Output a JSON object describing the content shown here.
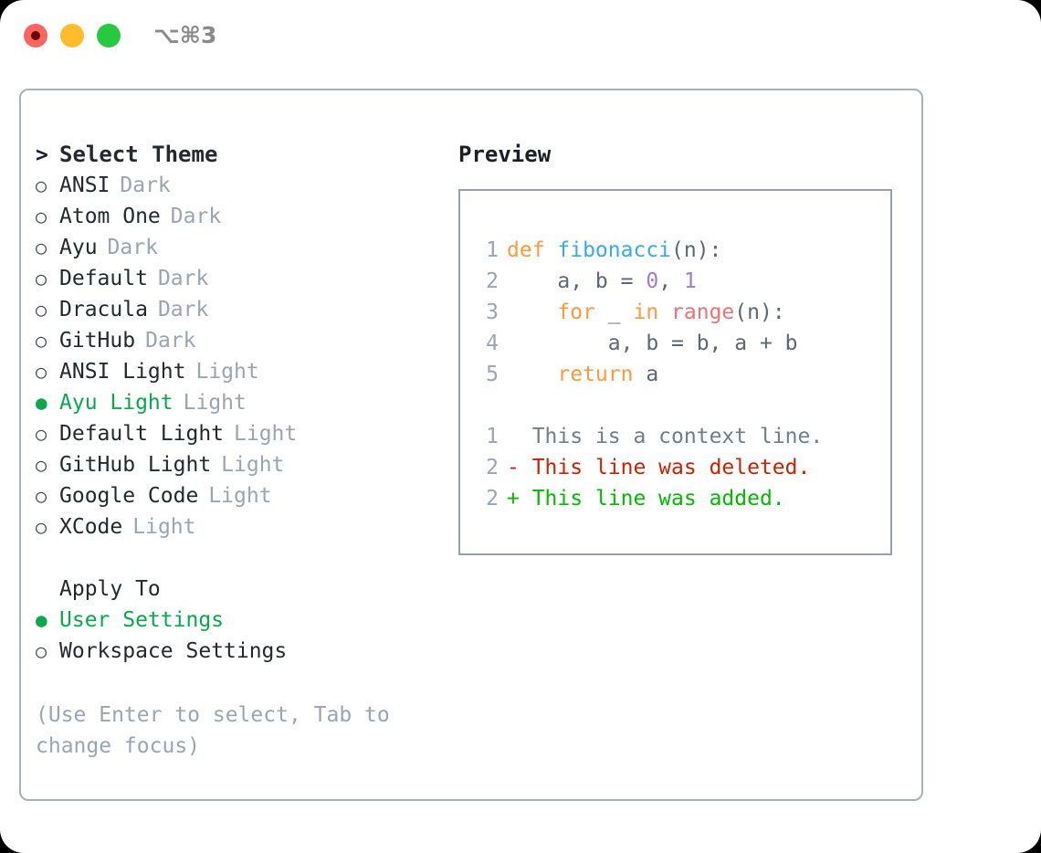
{
  "window": {
    "shortcut": "⌥⌘3",
    "traffic_lights": [
      "close-dot",
      "minimize-dot",
      "maximize-dot"
    ],
    "colors": {
      "close": "#f9655f",
      "minimize": "#ffbd2e",
      "maximize": "#28c840",
      "panel_border": "#a7b0bd",
      "preview_border": "#96a1b0",
      "selected_green": "#0aa84a",
      "muted_gray": "#9aa4b2"
    }
  },
  "theme_picker": {
    "header": {
      "marker": ">",
      "label": "Select Theme"
    },
    "items": [
      {
        "marker": "○",
        "label": "ANSI",
        "kind": "Dark",
        "selected": false
      },
      {
        "marker": "○",
        "label": "Atom One",
        "kind": "Dark",
        "selected": false
      },
      {
        "marker": "○",
        "label": "Ayu",
        "kind": "Dark",
        "selected": false
      },
      {
        "marker": "○",
        "label": "Default",
        "kind": "Dark",
        "selected": false
      },
      {
        "marker": "○",
        "label": "Dracula",
        "kind": "Dark",
        "selected": false
      },
      {
        "marker": "○",
        "label": "GitHub",
        "kind": "Dark",
        "selected": false
      },
      {
        "marker": "○",
        "label": "ANSI Light",
        "kind": "Light",
        "selected": false
      },
      {
        "marker": "●",
        "label": "Ayu Light",
        "kind": "Light",
        "selected": true
      },
      {
        "marker": "○",
        "label": "Default Light",
        "kind": "Light",
        "selected": false
      },
      {
        "marker": "○",
        "label": "GitHub Light",
        "kind": "Light",
        "selected": false
      },
      {
        "marker": "○",
        "label": "Google Code",
        "kind": "Light",
        "selected": false
      },
      {
        "marker": "○",
        "label": "XCode",
        "kind": "Light",
        "selected": false
      }
    ]
  },
  "apply_to": {
    "header": {
      "marker": "",
      "label": "Apply To"
    },
    "options": [
      {
        "marker": "●",
        "label": "User Settings",
        "selected": true
      },
      {
        "marker": "○",
        "label": "Workspace Settings",
        "selected": false
      }
    ]
  },
  "hint": "(Use Enter to select, Tab to change focus)",
  "preview": {
    "title": "Preview",
    "code_lines": [
      {
        "number": "1",
        "tokens": [
          {
            "text": "def ",
            "type": "kw"
          },
          {
            "text": "fibonacci",
            "type": "fn"
          },
          {
            "text": "(n):",
            "type": "punc"
          }
        ]
      },
      {
        "number": "2",
        "tokens": [
          {
            "text": "    a, b = ",
            "type": "plain"
          },
          {
            "text": "0",
            "type": "num"
          },
          {
            "text": ", ",
            "type": "plain"
          },
          {
            "text": "1",
            "type": "num"
          }
        ]
      },
      {
        "number": "3",
        "tokens": [
          {
            "text": "    for ",
            "type": "kw"
          },
          {
            "text": "_ ",
            "type": "plain"
          },
          {
            "text": "in ",
            "type": "kw"
          },
          {
            "text": "range",
            "type": "builtin"
          },
          {
            "text": "(n):",
            "type": "punc"
          }
        ]
      },
      {
        "number": "4",
        "tokens": [
          {
            "text": "        a, b = b, a + b",
            "type": "plain"
          }
        ]
      },
      {
        "number": "5",
        "tokens": [
          {
            "text": "    return ",
            "type": "kw"
          },
          {
            "text": "a",
            "type": "plain"
          }
        ]
      }
    ],
    "diff_lines": [
      {
        "number": "1",
        "sign": " ",
        "text": "This is a context line.",
        "type": "context"
      },
      {
        "number": "2",
        "sign": "-",
        "text": "This line was deleted.",
        "type": "deleted"
      },
      {
        "number": "2",
        "sign": "+",
        "text": "This line was added.",
        "type": "added"
      }
    ]
  }
}
